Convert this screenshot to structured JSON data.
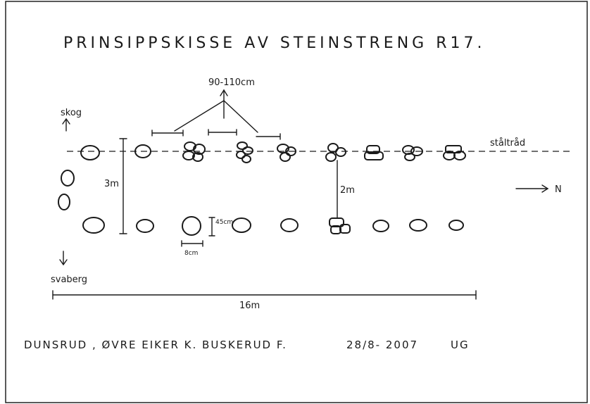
{
  "title": "PRINSIPPSKISSE AV STEINSTRENG R17.",
  "labels": {
    "width_range": "90-110cm",
    "skog": "skog",
    "svaberg": "svaberg",
    "staltrad": "ståltråd",
    "height_3m": "3m",
    "gap_2m": "2m",
    "stone_height": "45cm",
    "stone_width": "8cm",
    "length": "16m",
    "north": "N"
  },
  "footer": {
    "location": "DUNSRUD , ØVRE EIKER K.  BUSKERUD F.",
    "date": "28/8- 2007",
    "initials": "UG"
  }
}
